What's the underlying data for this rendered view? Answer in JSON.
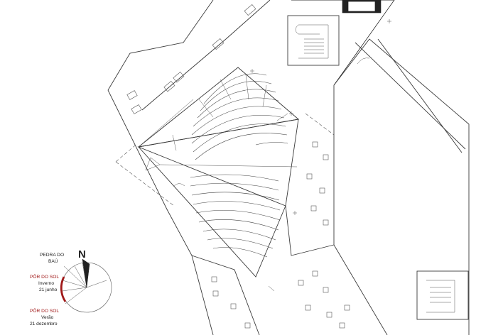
{
  "legend": {
    "pedra_do_bau": [
      "PEDRA DO",
      "BAÚ"
    ],
    "por_do_sol_inverno": [
      "PÔR DO SOL",
      "Inverno",
      "21 junho"
    ],
    "por_do_sol_verao": [
      "PÔR DO SOL",
      "Verão",
      "21 dezembro"
    ],
    "north": "N"
  },
  "colors": {
    "line": "#3a3a3a",
    "sunset_arc": "#a01818"
  }
}
